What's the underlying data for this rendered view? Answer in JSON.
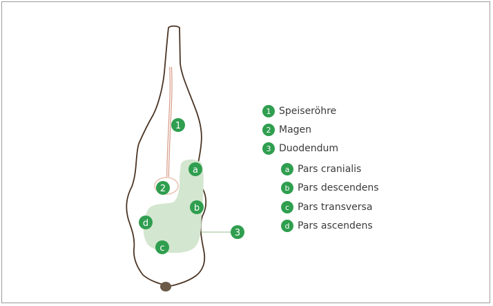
{
  "colors": {
    "accent_green": "#2f9e4f",
    "duodenum_fill": "#d3e6cf",
    "body_outline": "#4a3424",
    "esophagus": "#d9a08e",
    "frame": "#9a9a9a",
    "text": "#3a3a3a"
  },
  "diagram": {
    "markers": {
      "m1": "1",
      "m2": "2",
      "m3": "3",
      "ma": "a",
      "mb": "b",
      "mc": "c",
      "md": "d"
    }
  },
  "legend": {
    "main": [
      {
        "number": "1",
        "label": "Speiseröhre"
      },
      {
        "number": "2",
        "label": "Magen"
      },
      {
        "number": "3",
        "label": "Duodendum"
      }
    ],
    "sub": [
      {
        "letter": "a",
        "label": "Pars cranialis"
      },
      {
        "letter": "b",
        "label": "Pars descendens"
      },
      {
        "letter": "c",
        "label": "Pars transversa"
      },
      {
        "letter": "d",
        "label": "Pars ascendens"
      }
    ]
  }
}
